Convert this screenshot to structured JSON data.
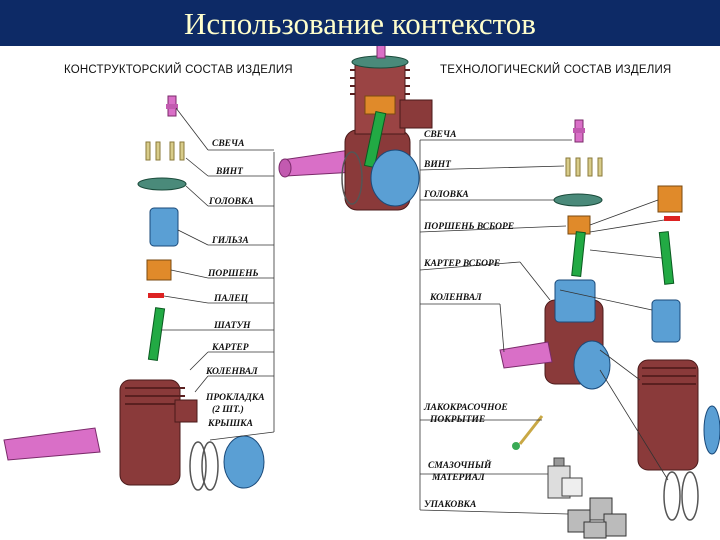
{
  "title": "Использование контекстов",
  "left_heading": "КОНСТРУКТОРСКИЙ СОСТАВ ИЗДЕЛИЯ",
  "right_heading": "ТЕХНОЛОГИЧЕСКИЙ СОСТАВ ИЗДЕЛИЯ",
  "left_labels": {
    "svecha": "СВЕЧА",
    "vint": "ВИНТ",
    "golovka": "ГОЛОВКА",
    "gilza": "ГИЛЬЗА",
    "porshen": "ПОРШЕНЬ",
    "palets": "ПАЛЕЦ",
    "shatun": "ШАТУН",
    "karter": "КАРТЕР",
    "kolenval": "КОЛЕНВАЛ",
    "prokladka_1": "ПРОКЛАДКА",
    "prokladka_2": "(2 ШТ.)",
    "kryshka": "КРЫШКА"
  },
  "right_labels": {
    "svecha": "СВЕЧА",
    "vint": "ВИНТ",
    "golovka": "ГОЛОВКА",
    "porshen_v_sbore": "ПОРШЕНЬ ВСБОРЕ",
    "karter_v_sbore": "КАРТЕР ВСБОРЕ",
    "kolenval": "КОЛЕНВАЛ",
    "lkp_1": "ЛАКОКРАСОЧНОЕ",
    "lkp_2": "ПОКРЫТИЕ",
    "smazka_1": "СМАЗОЧНЫЙ",
    "smazka_2": "МАТЕРИАЛ",
    "upakovka": "УПАКОВКА"
  },
  "colors": {
    "title_bar": "#0d2a66",
    "title_text": "#ffffcc",
    "crankcase": "#8a3a3a",
    "crankshaft": "#d96fc7",
    "cylinder_liner": "#5a9fd4",
    "piston": "#e08a2a",
    "connecting_rod": "#22aa44",
    "pin": "#dd2222",
    "screws": "#d8cc8a",
    "head": "#4a8a7a"
  }
}
